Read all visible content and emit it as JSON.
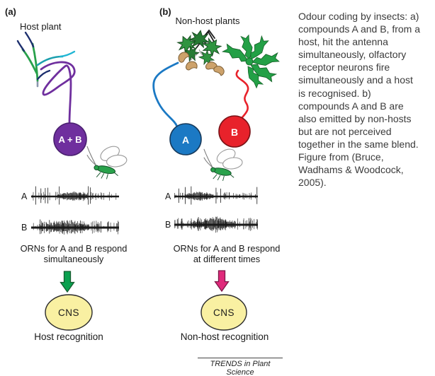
{
  "panel_a": {
    "label": "(a)",
    "plant_label": "Host plant",
    "blend_circle_label": "A + B",
    "trace_a_label": "A",
    "trace_b_label": "B",
    "orn_line1": "ORNs for A and B respond",
    "orn_line2": "simultaneously",
    "cns_label": "CNS",
    "recognition_label": "Host recognition"
  },
  "panel_b": {
    "label": "(b)",
    "plant_label": "Non-host plants",
    "circle_a_label": "A",
    "circle_b_label": "B",
    "trace_a_label": "A",
    "trace_b_label": "B",
    "orn_line1": "ORNs for A and B respond",
    "orn_line2": "at different times",
    "cns_label": "CNS",
    "recognition_label": "Non-host recognition"
  },
  "footer": {
    "journal_credit": "TRENDS in Plant Science"
  },
  "caption": {
    "lines": [
      "Odour coding by insects: a)",
      "compounds A and B, from a",
      "host, hit the antenna",
      "simultaneously, olfactory",
      "receptor neurons fire",
      "simultaneously and a host",
      "is recognised. b)",
      "compounds A and B are",
      "also emitted by non-hosts",
      "but are not perceived",
      "together in the same blend.",
      "Figure from (Bruce,",
      "Wadhams & Woodcock,",
      "2005)."
    ]
  },
  "colors": {
    "blend_purple": "#6f2f9e",
    "compound_a_blue": "#1b79c4",
    "compound_b_red": "#e8222b",
    "host_arrow_green": "#0aa14f",
    "nonhost_arrow_pink": "#e02a7b",
    "cns_yellow": "#f9f0a2",
    "insect_green": "#29a24b",
    "trace_ink": "#1a1a1a"
  }
}
